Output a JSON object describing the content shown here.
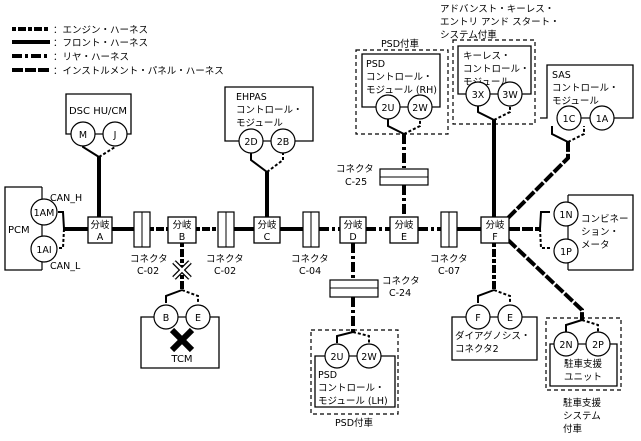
{
  "legend": [
    {
      "style": "engine",
      "label": "：エンジン・ハーネス"
    },
    {
      "style": "front",
      "label": "：フロント・ハーネス"
    },
    {
      "style": "rear",
      "label": "：リヤ・ハーネス"
    },
    {
      "style": "instrument",
      "label": "：インストルメント・パネル・ハーネス"
    }
  ],
  "modules": {
    "pcm": {
      "name": "PCM",
      "pin_h": "1AM",
      "pin_l": "1AI",
      "can_h": "CAN_H",
      "can_l": "CAN_L"
    },
    "dsc": {
      "name": "DSC HU/CM",
      "pins": [
        "M",
        "J"
      ]
    },
    "ehpas": {
      "lines": [
        "EHPAS",
        "コントロール・",
        "モジュール"
      ],
      "pins": [
        "2D",
        "2B"
      ]
    },
    "psd_rh": {
      "tag": "PSD付車",
      "lines": [
        "PSD",
        "コントロール・",
        "モジュール (RH)"
      ],
      "pins": [
        "2U",
        "2W"
      ]
    },
    "keyless": {
      "tag_lines": [
        "アドバンスト・キーレス・",
        "エントリ アンド スタート・",
        "システム付車"
      ],
      "lines": [
        "キーレス・",
        "コントロール・",
        "モジュール"
      ],
      "pins": [
        "3X",
        "3W"
      ]
    },
    "sas": {
      "lines": [
        "SAS",
        "コントロール・",
        "モジュール"
      ],
      "pins": [
        "1C",
        "1A"
      ]
    },
    "combi": {
      "lines": [
        "コンビネー",
        "ション・",
        "メータ"
      ],
      "pins": [
        "1N",
        "1P"
      ]
    },
    "tcm": {
      "name": "TCM",
      "pins": [
        "B",
        "E"
      ]
    },
    "psd_lh": {
      "tag": "PSD付車",
      "lines": [
        "PSD",
        "コントロール・",
        "モジュール (LH)"
      ],
      "pins": [
        "2U",
        "2W"
      ]
    },
    "diag": {
      "lines": [
        "ダイアグノシス・",
        "コネクタ2"
      ],
      "pins": [
        "F",
        "E"
      ]
    },
    "parking": {
      "lines": [
        "駐車支援",
        "ユニット"
      ],
      "pins": [
        "2N",
        "2P"
      ],
      "tag_lines": [
        "駐車支援",
        "システム",
        "付車"
      ]
    }
  },
  "branches": [
    {
      "top": "分岐",
      "id": "A"
    },
    {
      "top": "分岐",
      "id": "B"
    },
    {
      "top": "分岐",
      "id": "C"
    },
    {
      "top": "分岐",
      "id": "D"
    },
    {
      "top": "分岐",
      "id": "E"
    },
    {
      "top": "分岐",
      "id": "F"
    }
  ],
  "connectors": [
    {
      "label": "コネクタ",
      "id": "C-02"
    },
    {
      "label": "コネクタ",
      "id": "C-02"
    },
    {
      "label": "コネクタ",
      "id": "C-04"
    },
    {
      "label": "コネクタ",
      "id": "C-07"
    },
    {
      "label": "コネクタ",
      "id": "C-25"
    },
    {
      "label": "コネクタ",
      "id": "C-24"
    }
  ]
}
